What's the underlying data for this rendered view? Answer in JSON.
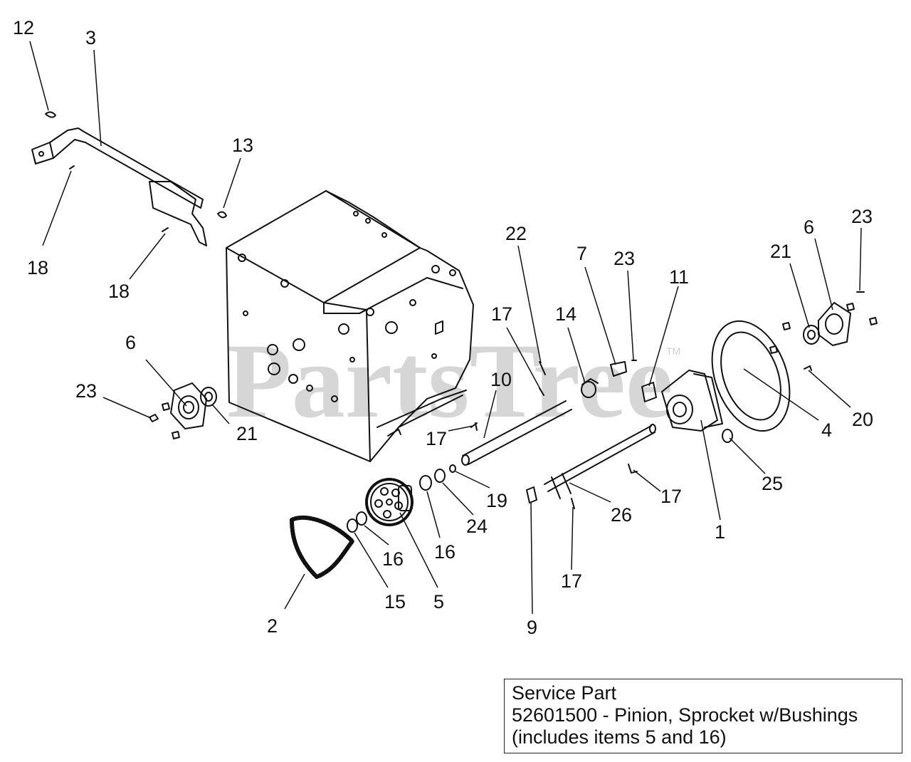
{
  "watermark": {
    "text": "PartsTree",
    "tm": "TM"
  },
  "callouts": {
    "c1": "1",
    "c2": "2",
    "c3": "3",
    "c4": "4",
    "c5": "5",
    "c6a": "6",
    "c6b": "6",
    "c7": "7",
    "c9": "9",
    "c10": "10",
    "c11": "11",
    "c12": "12",
    "c13": "13",
    "c14": "14",
    "c15": "15",
    "c16a": "16",
    "c16b": "16",
    "c17a": "17",
    "c17b": "17",
    "c17c": "17",
    "c17d": "17",
    "c18a": "18",
    "c18b": "18",
    "c19": "19",
    "c20": "20",
    "c21a": "21",
    "c21b": "21",
    "c22": "22",
    "c23a": "23",
    "c23b": "23",
    "c23c": "23",
    "c24": "24",
    "c25": "25",
    "c26": "26"
  },
  "service_box": {
    "line1": "Service Part",
    "line2": "52601500 - Pinion, Sprocket w/Bushings",
    "line3": "(includes items 5 and 16)"
  }
}
